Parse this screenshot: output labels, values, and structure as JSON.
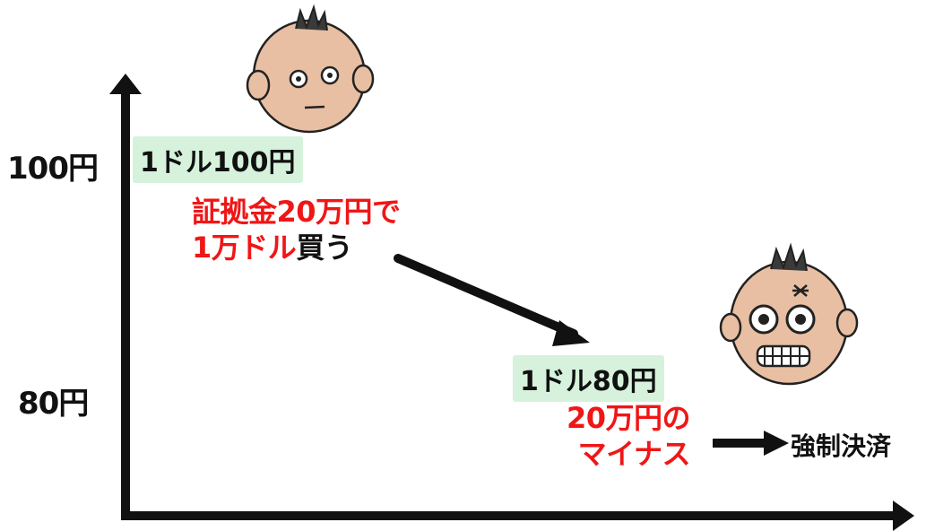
{
  "axis": {
    "y_top_label": "100円",
    "y_bottom_label": "80円"
  },
  "rate_start": "1ドル100円",
  "rate_end": "1ドル80円",
  "purchase": {
    "line1": "証拠金20万円で",
    "line2_red": "1万ドル",
    "line2_black": "買う"
  },
  "loss": {
    "line1": "20万円の",
    "line2": "マイナス"
  },
  "result": "強制決済",
  "colors": {
    "red_text": "#f01616",
    "pill_bg": "#d6f2dc",
    "axis": "#111111",
    "face_skin": "#e8bfa3"
  },
  "icons": [
    "calm-face-icon",
    "angry-face-icon"
  ]
}
